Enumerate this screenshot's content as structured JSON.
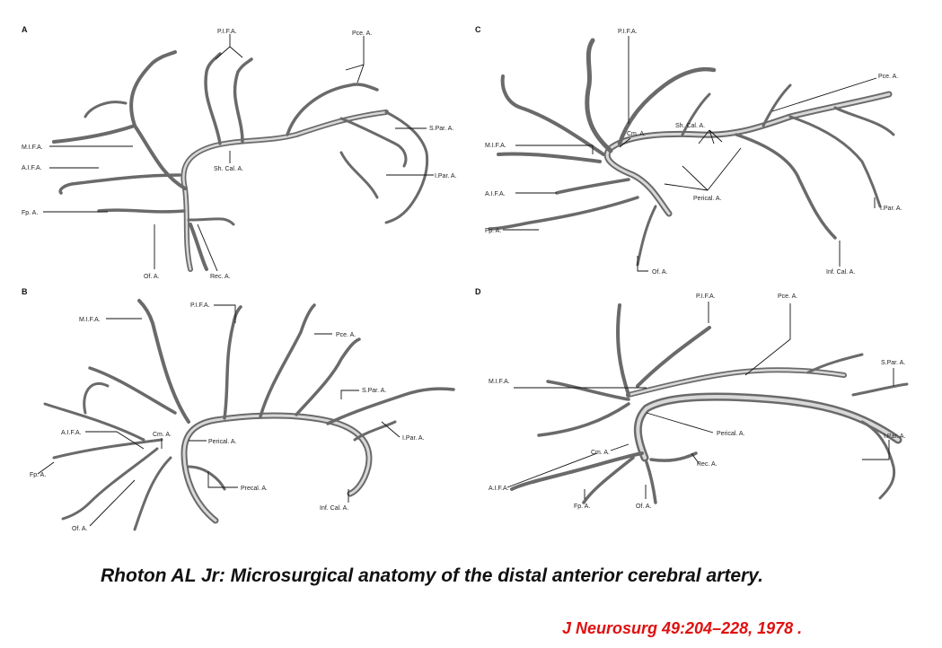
{
  "panels": [
    {
      "letter": "A",
      "labels": [
        "P.I.F.A.",
        "Pce. A.",
        "S.Par. A.",
        "M.I.F.A.",
        "A.I.F.A.",
        "Sh. Cal. A.",
        "I.Par. A.",
        "Fp. A.",
        "Of. A.",
        "Rec. A."
      ]
    },
    {
      "letter": "B",
      "labels": [
        "M.I.F.A.",
        "P.I.F.A.",
        "Pce. A.",
        "S.Par. A.",
        "A.I.F.A.",
        "Cm. A.",
        "Perical. A.",
        "I.Par. A.",
        "Fp. A.",
        "Precal. A.",
        "Inf. Cal. A.",
        "Of. A."
      ]
    },
    {
      "letter": "C",
      "labels": [
        "P.I.F.A.",
        "Pce. A.",
        "M.I.F.A.",
        "Cm. A.",
        "Sh. Cal. A.",
        "A.I.F.A.",
        "Perical. A.",
        "I.Par. A.",
        "Fp. A.",
        "Of. A.",
        "Inf. Cal. A."
      ]
    },
    {
      "letter": "D",
      "labels": [
        "P.I.F.A.",
        "Pce. A.",
        "S.Par. A.",
        "M.I.F.A.",
        "Perical. A.",
        "Cm. A.",
        "Rec. A.",
        "I.Par. A.",
        "A.I.F.A.",
        "Fp. A.",
        "Of. A."
      ]
    }
  ],
  "caption": "Rhoton AL Jr:  Microsurgical anatomy of the distal anterior cerebral artery.",
  "journal": "J Neurosurg 49:204–228, 1978 .",
  "colors": {
    "caption": "#111111",
    "journal": "#e01010",
    "vessel": "#6a6a6a"
  }
}
